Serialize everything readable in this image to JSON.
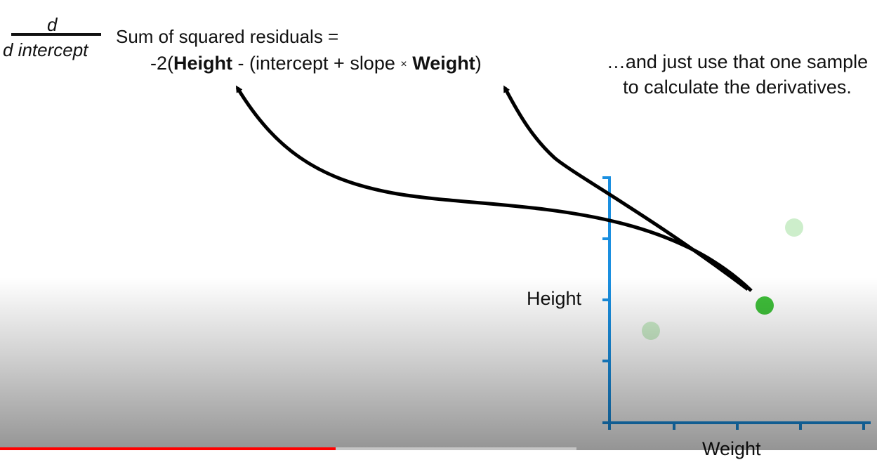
{
  "equation": {
    "numerator": "d",
    "denominator": "d intercept",
    "title": "Sum of squared residuals =",
    "prefix": "-2(",
    "term_height": "Height",
    "middle": " - (intercept + slope ",
    "times": "×",
    "term_weight": "Weight",
    "suffix": ")"
  },
  "note": "…and just use that one sample to calculate the derivatives.",
  "graph": {
    "y_label": "Height",
    "x_label": "Weight",
    "axis_color": "#1a8fe0",
    "highlight_point_color": "#3fc03a",
    "faded_point_color": "#cdeecb",
    "arrow_color": "#000000"
  },
  "player": {
    "played_color": "#ff0000",
    "progress": 0.383,
    "buffered": 0.658
  }
}
